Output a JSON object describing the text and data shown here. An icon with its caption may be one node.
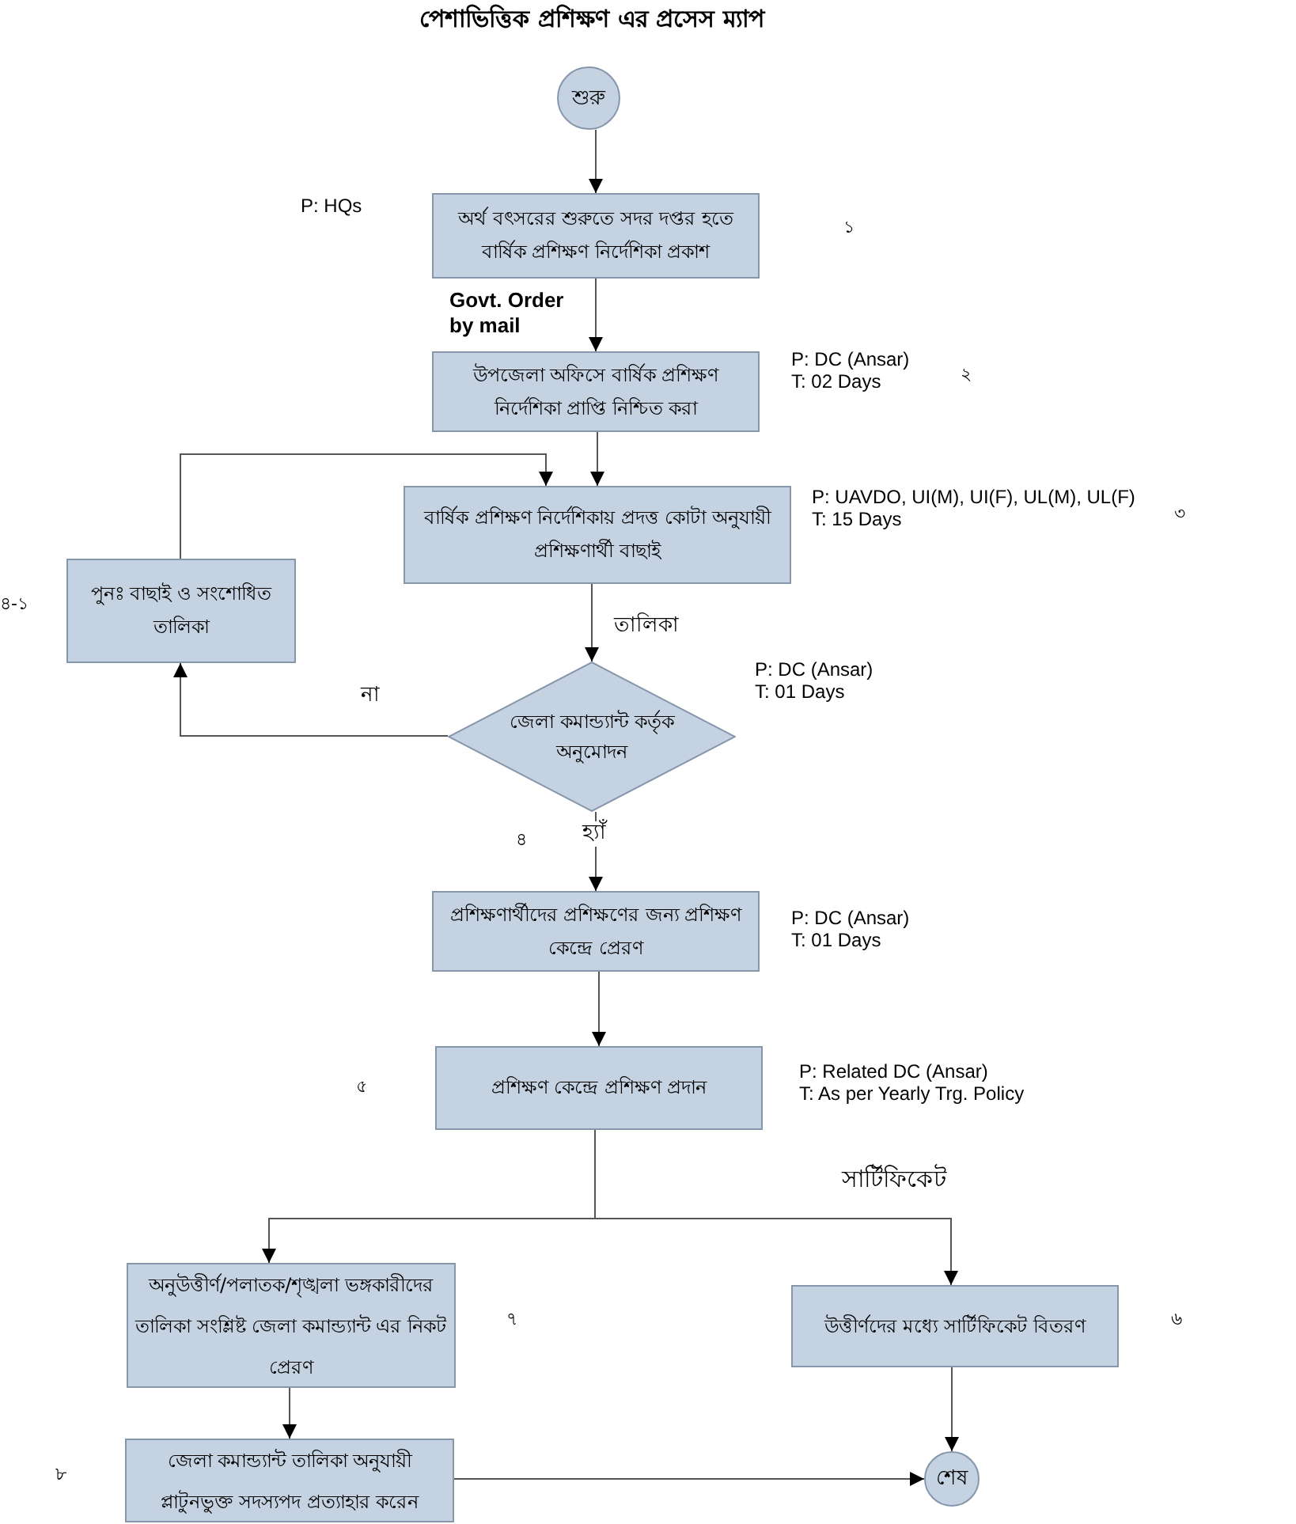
{
  "diagram": {
    "title": "পেশাভিত্তিক প্রশিক্ষণ এর প্রসেস ম্যাপ",
    "nodes": [
      {
        "text": [
          "শুরু"
        ]
      },
      {
        "text": [
          "অর্থ বৎসরের শুরুতে সদর দপ্তর হতে বার্ষিক প্রশিক্ষণ নির্দেশিকা প্রকাশ"
        ],
        "beside": [
          "P: HQs"
        ]
      },
      {
        "text": [
          "উপজেলা অফিসে বার্ষিক প্রশিক্ষণ নির্দেশিকা প্রাপ্তি নিশ্চিত করা"
        ],
        "beside": [
          "P: DC (Ansar)",
          "T: 02 Days"
        ]
      },
      {
        "text": [
          "বার্ষিক প্রশিক্ষণ নির্দেশিকায় প্রদত্ত কোটা অনুযায়ী প্রশিক্ষণার্থী বাছাই"
        ],
        "beside": [
          "P: UAVDO, UI(M), UI(F), UL(M), UL(F)",
          "T: 15 Days"
        ]
      },
      {
        "text": [
          "পুনঃ  বাছাই ও সংশোধিত তালিকা"
        ]
      },
      {
        "text": [
          "জেলা কমান্ড্যান্ট কর্তৃক অনুমোদন"
        ],
        "beside": [
          "P: DC (Ansar)",
          "T: 01 Days"
        ]
      },
      {
        "text": [
          "প্রশিক্ষণার্থীদের প্রশিক্ষণের জন্য প্রশিক্ষণ কেন্দ্রে প্রেরণ"
        ],
        "beside": [
          "P: DC (Ansar)",
          "T: 01 Days"
        ]
      },
      {
        "text": [
          "প্রশিক্ষণ কেন্দ্রে প্রশিক্ষণ প্রদান"
        ],
        "beside": [
          "P: Related DC (Ansar)",
          "T: As per Yearly Trg. Policy"
        ]
      },
      {
        "text": [
          "অনুউত্তীর্ণ/পলাতক/শৃঙ্খলা ভঙ্গকারীদের তালিকা সংশ্লিষ্ট  জেলা কমান্ড্যান্ট এর নিকট প্রেরণ"
        ]
      },
      {
        "text": [
          "উত্তীর্ণদের মধ্যে সার্টিফিকেট বিতরণ"
        ]
      },
      {
        "text": [
          "জেলা কমান্ড্যান্ট তালিকা অনুযায়ী প্লাটুনভুক্ত সদস্যপদ প্রত্যাহার করেন"
        ]
      },
      {
        "text": [
          "শেষ"
        ]
      }
    ],
    "edges": [
      {
        "from": 0,
        "to": 1,
        "arrow": "to"
      },
      {
        "from": 1,
        "to": 2,
        "arrow": "to",
        "label": "Govt. Order by mail"
      },
      {
        "from": 2,
        "to": 3,
        "arrow": "to"
      },
      {
        "from": 3,
        "to": 5,
        "arrow": "to",
        "label": "তালিকা"
      },
      {
        "from": 5,
        "to": 4,
        "arrow": "to",
        "label": "না"
      },
      {
        "from": 4,
        "to": 3,
        "arrow": "to"
      },
      {
        "from": 5,
        "to": 6,
        "arrow": "to",
        "label": "হ্যাঁ"
      },
      {
        "from": 6,
        "to": 7,
        "arrow": "to"
      },
      {
        "from": 7,
        "to": 9,
        "arrow": "to",
        "label": "সার্টিফিকেট"
      },
      {
        "from": 7,
        "to": 8,
        "arrow": "to"
      },
      {
        "from": 8,
        "to": 10,
        "arrow": "to"
      },
      {
        "from": 9,
        "to": 11,
        "arrow": "to"
      },
      {
        "from": 10,
        "to": 11,
        "arrow": "to"
      }
    ],
    "labels": [
      "১",
      "২",
      "৩",
      "৪-১",
      "৪",
      "৫",
      "৭",
      "৬",
      "৮"
    ]
  }
}
